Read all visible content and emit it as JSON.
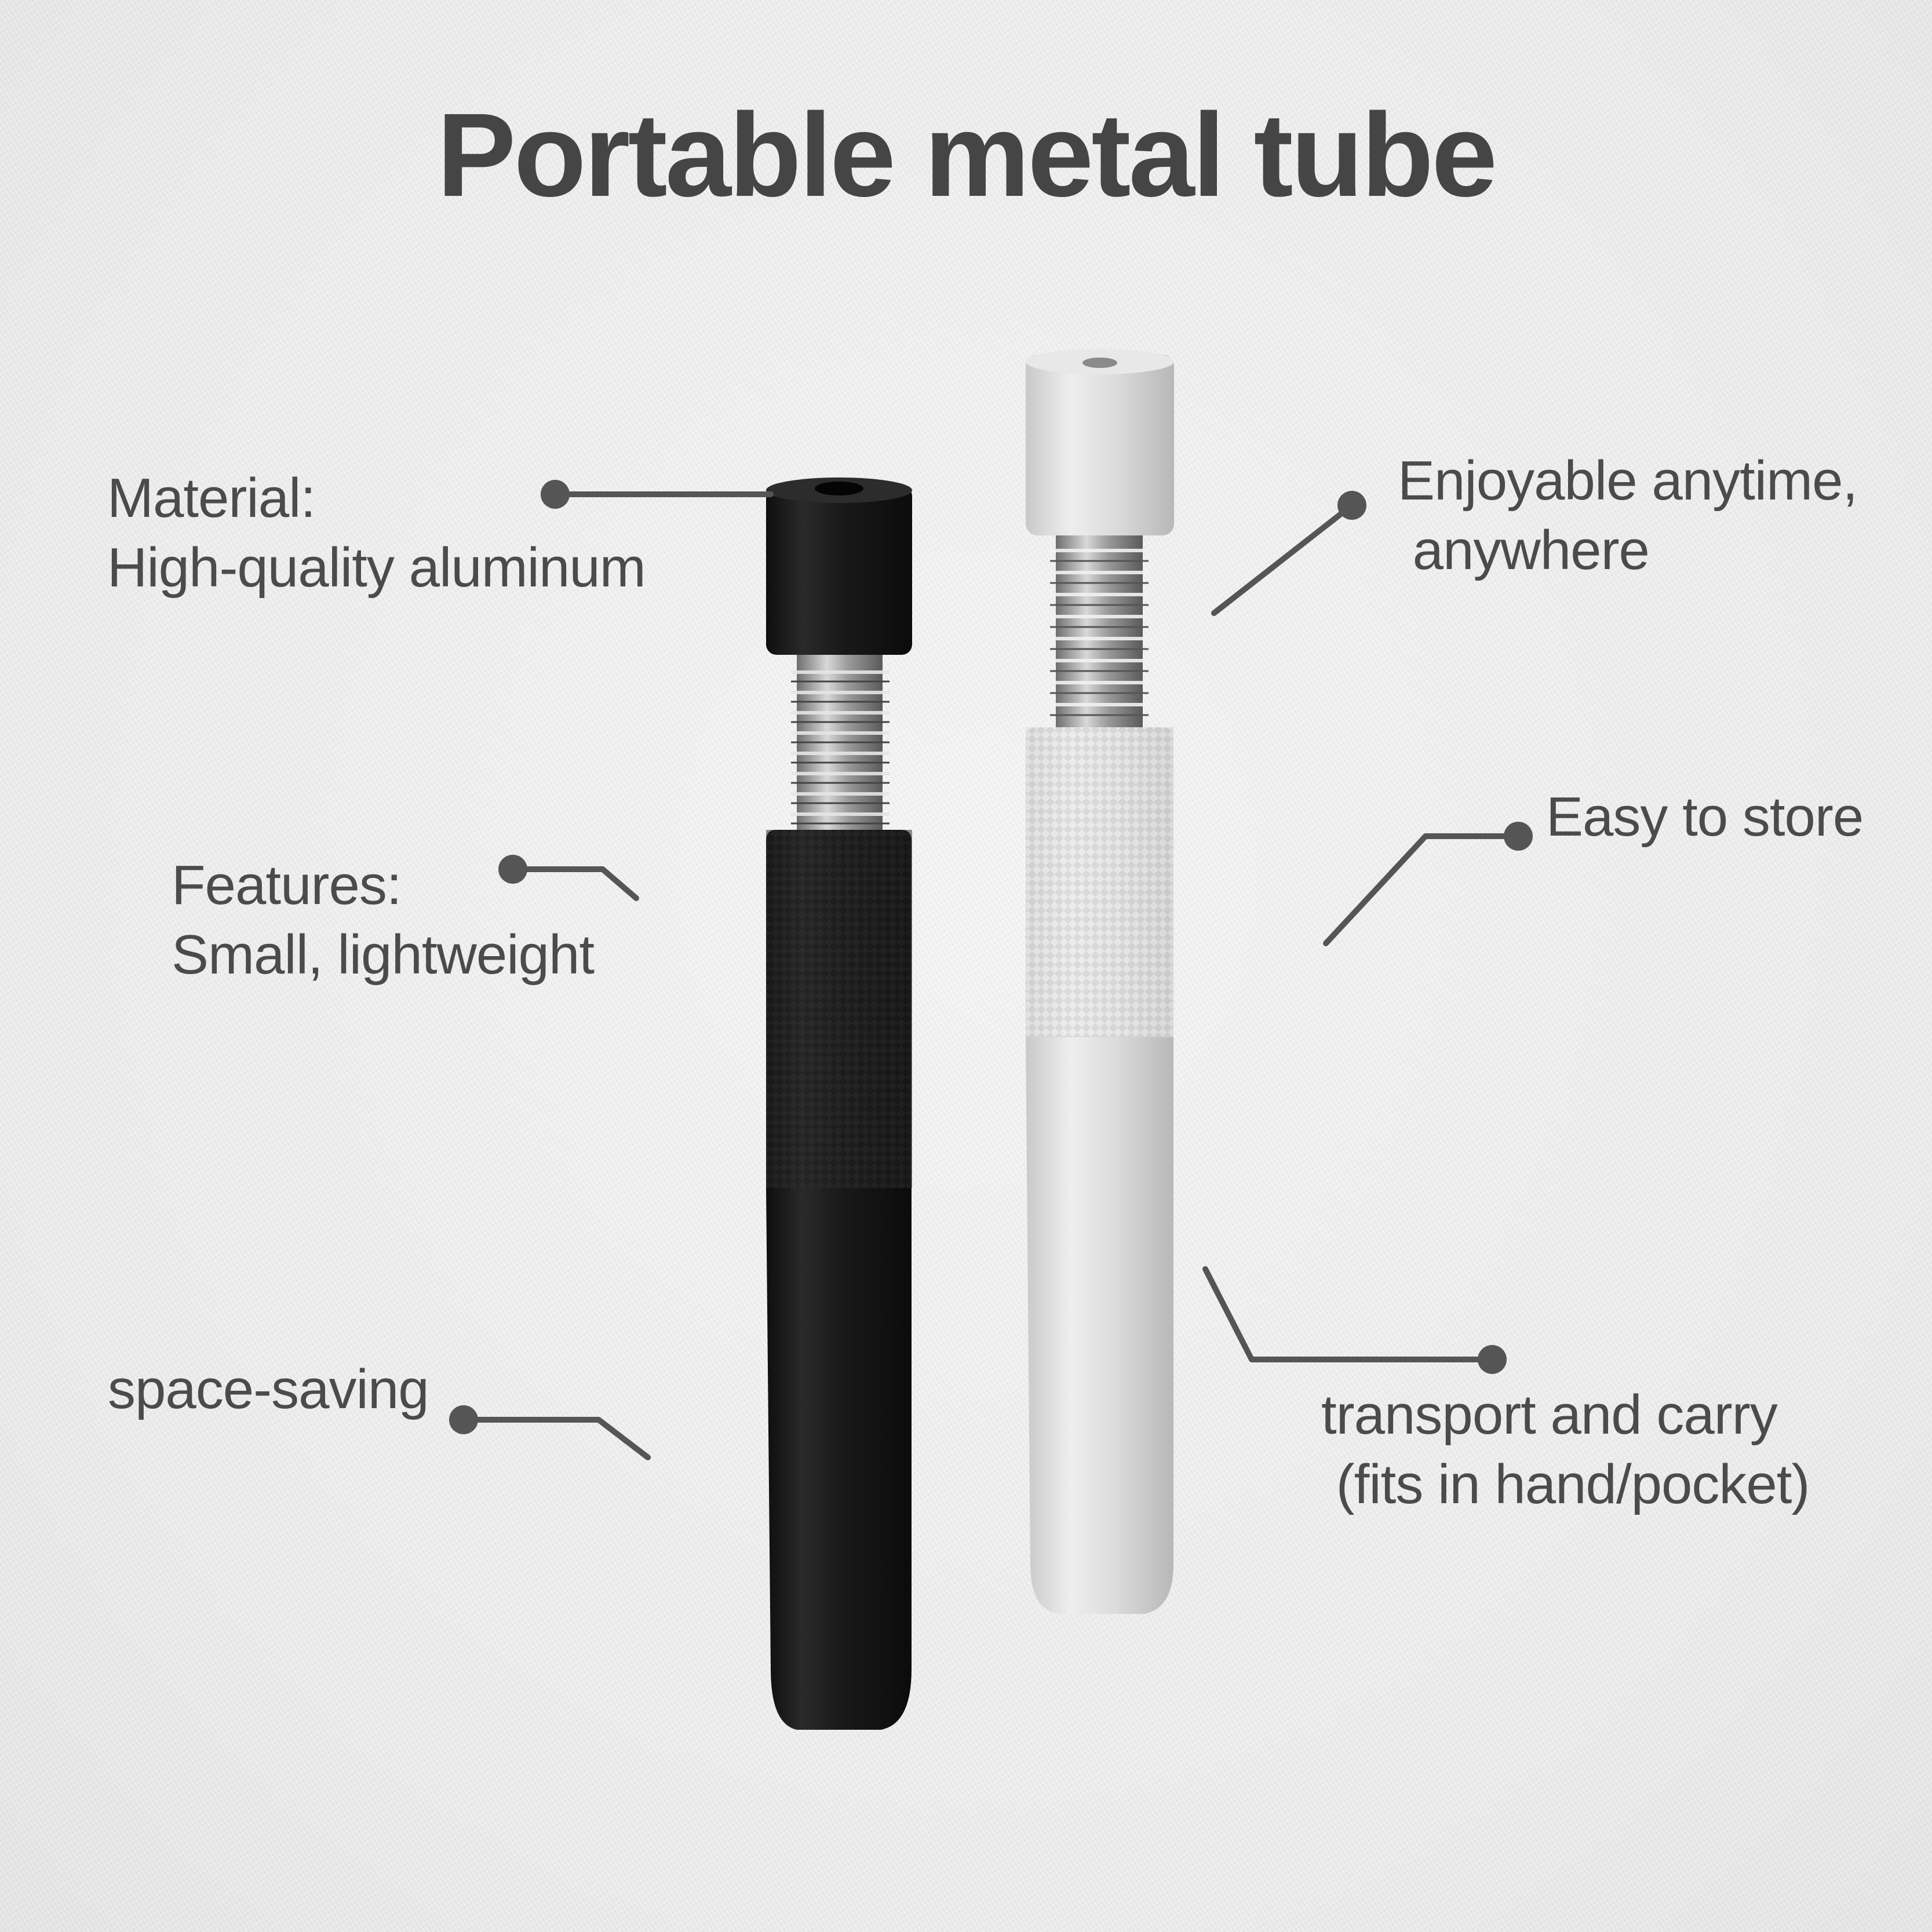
{
  "title": "Portable metal tube",
  "callouts": {
    "material": {
      "line1": "Material:",
      "line2": "High-quality aluminum"
    },
    "enjoyable": {
      "line1": "Enjoyable anytime,",
      "line2": " anywhere"
    },
    "features": {
      "line1": "Features:",
      "line2": "Small, lightweight"
    },
    "easy_store": {
      "line1": "Easy to store"
    },
    "space_saving": {
      "line1": "space-saving"
    },
    "transport": {
      "line1": "transport and carry",
      "line2": " (fits in hand/pocket)"
    }
  },
  "products": [
    {
      "name": "black-tube",
      "color": "#1d1d1d"
    },
    {
      "name": "silver-tube",
      "color": "#d6d6d6"
    }
  ],
  "colors": {
    "text": "#4a4a4a",
    "title": "#454545",
    "leader_line": "#555555",
    "background": "#f1f1f1"
  }
}
